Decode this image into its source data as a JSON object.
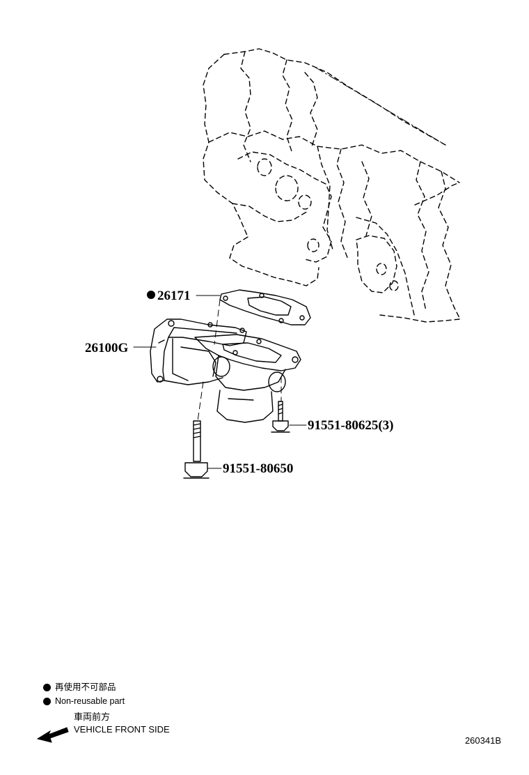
{
  "callouts": {
    "gasket": "26171",
    "egr_valve": "26100G",
    "short_bolt": "91551-80625(3)",
    "long_bolt": "91551-80650"
  },
  "legend": {
    "non_reusable_jp": "再使用不可部品",
    "non_reusable_en": "Non-reusable part"
  },
  "front_indicator": {
    "label_jp": "車両前方",
    "label_en": "VEHICLE FRONT SIDE"
  },
  "reference_code": "260341B"
}
